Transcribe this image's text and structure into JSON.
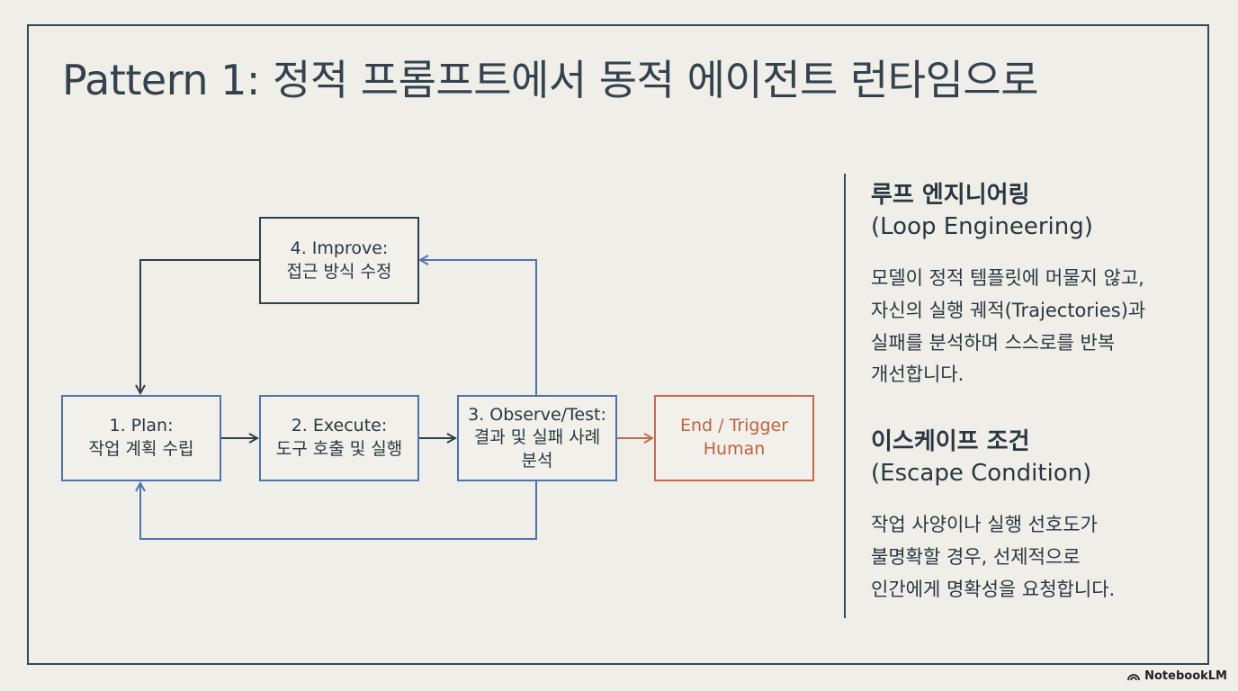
{
  "title": "Pattern 1: 정적 프롬프트에서 동적 에이전트 런타임으로",
  "nodes": {
    "improve": {
      "line1": "4. Improve:",
      "line2": "접근 방식 수정"
    },
    "plan": {
      "line1": "1. Plan:",
      "line2": "작업 계획 수립"
    },
    "execute": {
      "line1": "2. Execute:",
      "line2": "도구 호출 및 실행"
    },
    "observe": {
      "line1": "3. Observe/Test:",
      "line2": "결과 및 실패 사례",
      "line3": "분석"
    },
    "end": {
      "line1": "End / Trigger",
      "line2": "Human"
    }
  },
  "sidebar": {
    "loop": {
      "heading": "루프 엔지니어링",
      "subheading": "(Loop Engineering)",
      "body": [
        "모델이 정적 템플릿에 머물지 않고,",
        "자신의 실행 궤적(Trajectories)과",
        "실패를 분석하며 스스로를 반복",
        "개선합니다."
      ]
    },
    "escape": {
      "heading": "이스케이프 조건",
      "subheading": "(Escape Condition)",
      "body": [
        "작업 사양이나 실행 선호도가",
        "불명확할 경우, 선제적으로",
        "인간에게 명확성을 요청합니다."
      ]
    }
  },
  "branding": {
    "label": "NotebookLM",
    "icon": "notebooklm-logo-icon"
  },
  "colors": {
    "blue": "#4f72b0",
    "dark": "#2f3e48",
    "orange": "#c46a4a"
  }
}
